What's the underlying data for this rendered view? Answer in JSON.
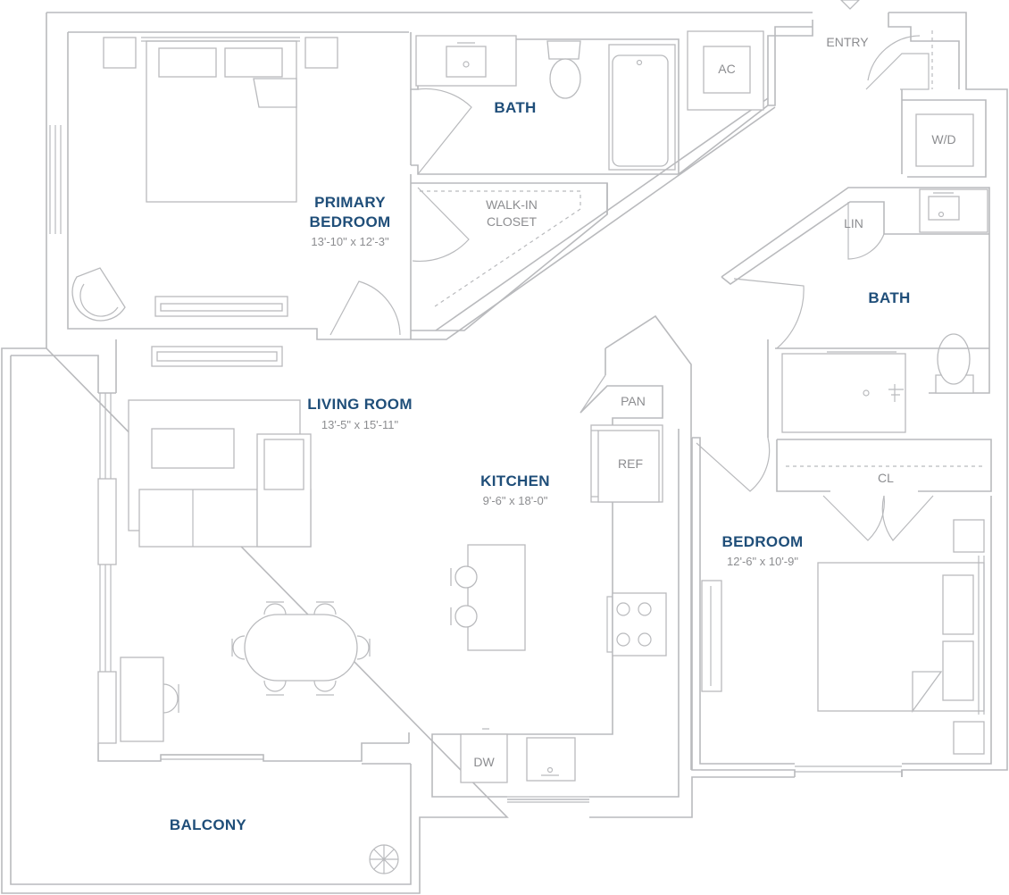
{
  "rooms": {
    "primary_bedroom": {
      "name_line1": "PRIMARY",
      "name_line2": "BEDROOM",
      "dims": "13'-10\" x 12'-3\""
    },
    "living_room": {
      "name": "LIVING ROOM",
      "dims": "13'-5\" x 15'-11\""
    },
    "kitchen": {
      "name": "KITCHEN",
      "dims": "9'-6\" x 18'-0\""
    },
    "bedroom": {
      "name": "BEDROOM",
      "dims": "12'-6\" x 10'-9\""
    },
    "bath_primary": {
      "name": "BATH"
    },
    "bath_secondary": {
      "name": "BATH"
    },
    "balcony": {
      "name": "BALCONY"
    }
  },
  "fixtures": {
    "walk_in_line1": "WALK-IN",
    "walk_in_line2": "CLOSET",
    "entry": "ENTRY",
    "ac": "AC",
    "wd": "W/D",
    "lin": "LIN",
    "pan": "PAN",
    "ref": "REF",
    "dw": "DW",
    "cl": "CL"
  },
  "colors": {
    "room_label": "#1f4e79",
    "dimension_text": "#8c8d90",
    "walls": "#b9babd"
  }
}
